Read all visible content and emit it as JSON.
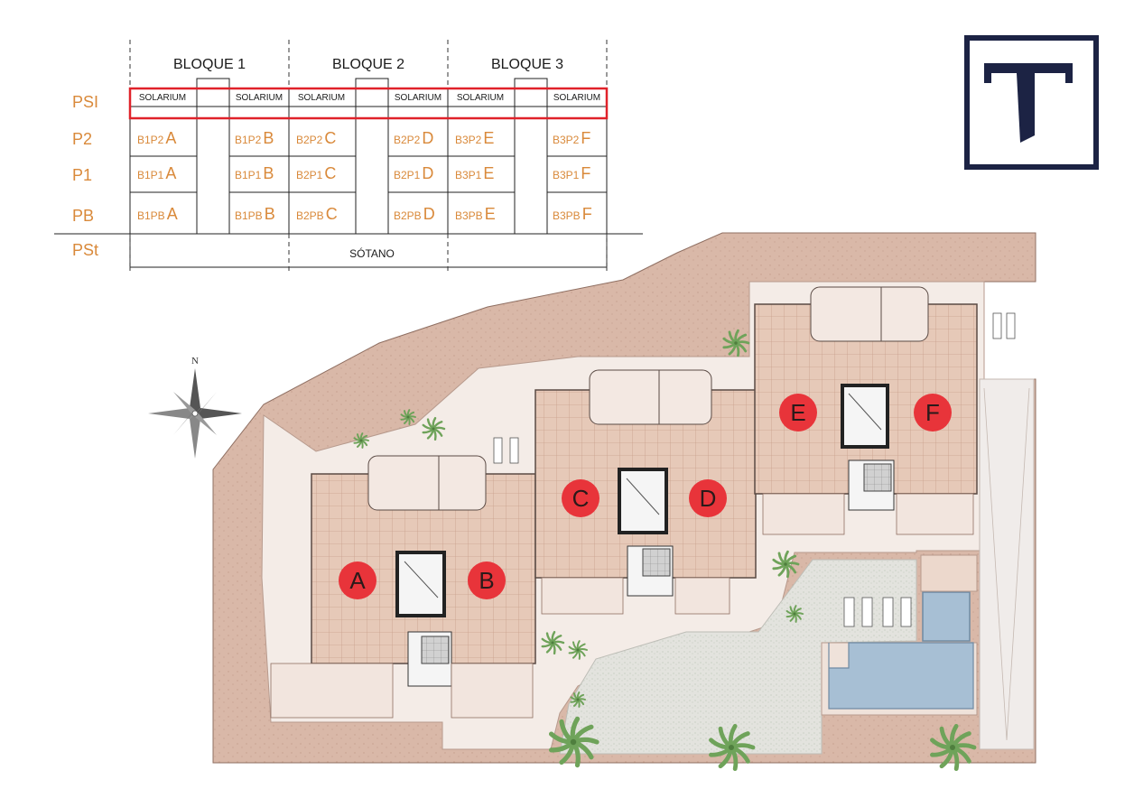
{
  "colors": {
    "orange": "#d9893a",
    "highlight": "#e0222a",
    "logo_navy": "#1c2344",
    "unit_marker": "#e8343a",
    "terrace": "#e6c9b8",
    "plot_ground": "#d8b6a6",
    "pool": "#a7bfd4"
  },
  "table": {
    "blocks": [
      "BLOQUE 1",
      "BLOQUE 2",
      "BLOQUE 3"
    ],
    "row_labels": [
      "PSI",
      "P2",
      "P1",
      "PB",
      "PSt"
    ],
    "solarium_label": "SOLARIUM",
    "sotano_label": "SÓTANO",
    "rows": [
      [
        {
          "code": "B1P2",
          "letter": "A"
        },
        {
          "code": "B1P2",
          "letter": "B"
        },
        {
          "code": "B2P2",
          "letter": "C"
        },
        {
          "code": "B2P2",
          "letter": "D"
        },
        {
          "code": "B3P2",
          "letter": "E"
        },
        {
          "code": "B3P2",
          "letter": "F"
        }
      ],
      [
        {
          "code": "B1P1",
          "letter": "A"
        },
        {
          "code": "B1P1",
          "letter": "B"
        },
        {
          "code": "B2P1",
          "letter": "C"
        },
        {
          "code": "B2P1",
          "letter": "D"
        },
        {
          "code": "B3P1",
          "letter": "E"
        },
        {
          "code": "B3P1",
          "letter": "F"
        }
      ],
      [
        {
          "code": "B1PB",
          "letter": "A"
        },
        {
          "code": "B1PB",
          "letter": "B"
        },
        {
          "code": "B2PB",
          "letter": "C"
        },
        {
          "code": "B2PB",
          "letter": "D"
        },
        {
          "code": "B3PB",
          "letter": "E"
        },
        {
          "code": "B3PB",
          "letter": "F"
        }
      ]
    ]
  },
  "logo": {
    "letter": "T"
  },
  "compass": {
    "north": "N"
  },
  "plan": {
    "units": [
      "A",
      "B",
      "C",
      "D",
      "E",
      "F"
    ]
  }
}
